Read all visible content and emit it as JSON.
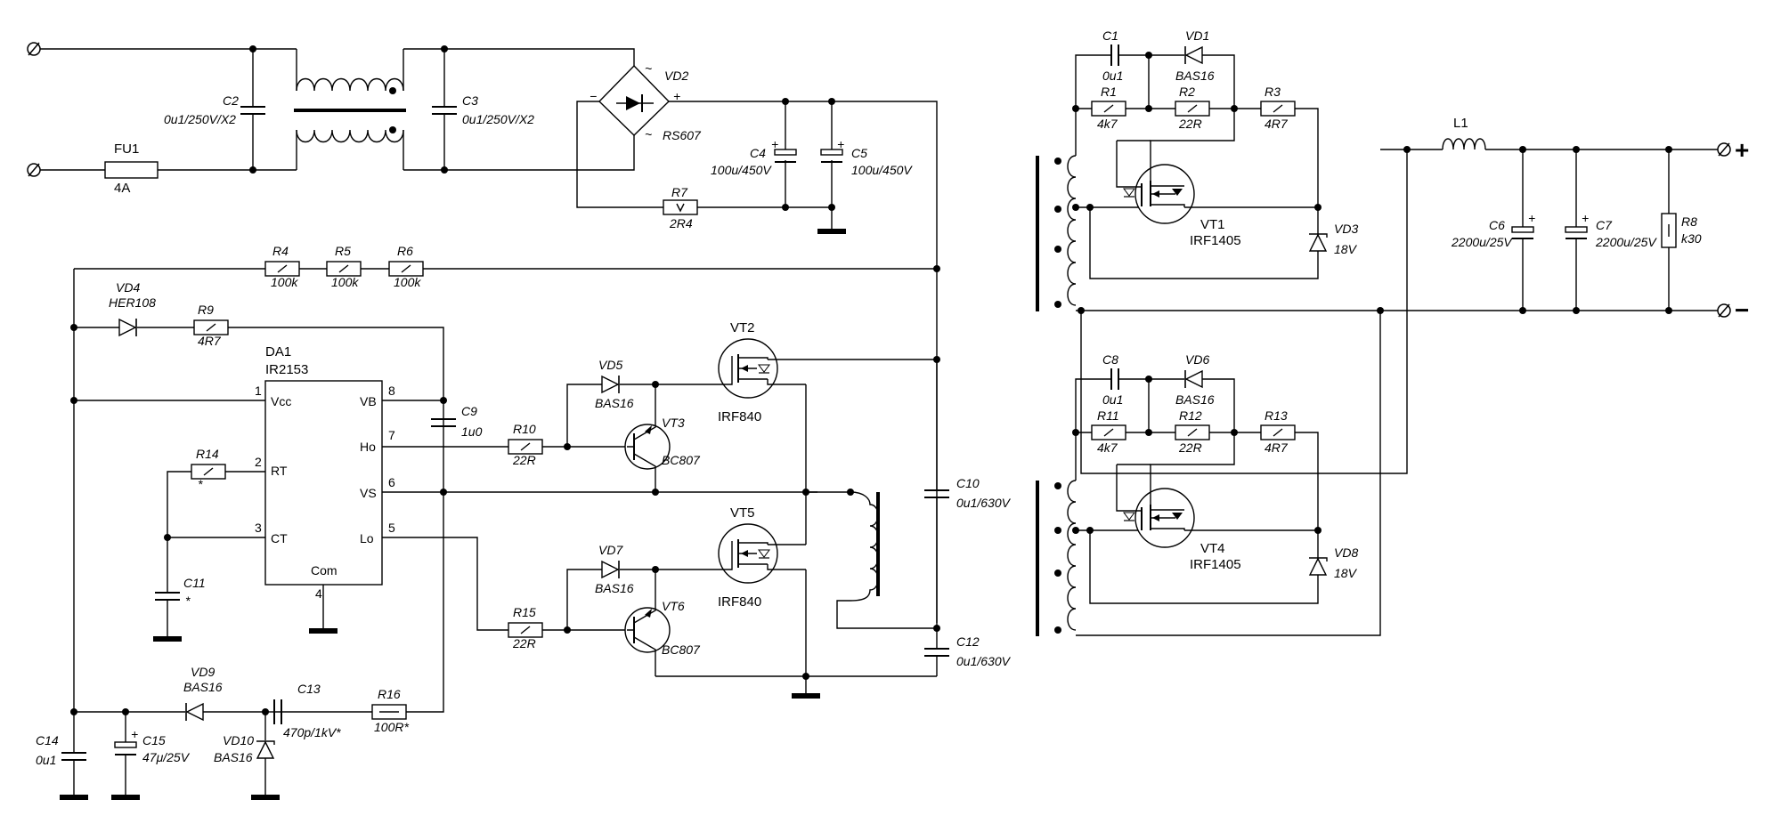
{
  "components": {
    "FU1": {
      "ref": "FU1",
      "value": "4A"
    },
    "C2": {
      "ref": "C2",
      "value": "0u1/250V/X2"
    },
    "C3": {
      "ref": "C3",
      "value": "0u1/250V/X2"
    },
    "VD2": {
      "ref": "VD2",
      "value": "RS607"
    },
    "C4": {
      "ref": "C4",
      "value": "100u/450V"
    },
    "C5": {
      "ref": "C5",
      "value": "100u/450V"
    },
    "R7": {
      "ref": "R7",
      "value": "2R4"
    },
    "R4": {
      "ref": "R4",
      "value": "100k"
    },
    "R5": {
      "ref": "R5",
      "value": "100k"
    },
    "R6": {
      "ref": "R6",
      "value": "100k"
    },
    "VD4": {
      "ref": "VD4",
      "value": "HER108"
    },
    "R9": {
      "ref": "R9",
      "value": "4R7"
    },
    "DA1": {
      "ref": "DA1",
      "value": "IR2153"
    },
    "C9": {
      "ref": "C9",
      "value": "1u0"
    },
    "R14": {
      "ref": "R14",
      "value": "*"
    },
    "C11": {
      "ref": "C11",
      "value": "*"
    },
    "VD5": {
      "ref": "VD5",
      "value": "BAS16"
    },
    "VT2": {
      "ref": "VT2",
      "value": "IRF840"
    },
    "R10": {
      "ref": "R10",
      "value": "22R"
    },
    "VT3": {
      "ref": "VT3",
      "value": "BC807"
    },
    "VD7": {
      "ref": "VD7",
      "value": "BAS16"
    },
    "VT5": {
      "ref": "VT5",
      "value": "IRF840"
    },
    "R15": {
      "ref": "R15",
      "value": "22R"
    },
    "VT6": {
      "ref": "VT6",
      "value": "BC807"
    },
    "C10": {
      "ref": "C10",
      "value": "0u1/630V"
    },
    "C12": {
      "ref": "C12",
      "value": "0u1/630V"
    },
    "VD9": {
      "ref": "VD9",
      "value": "BAS16"
    },
    "C13": {
      "ref": "C13",
      "value": "470p/1kV*"
    },
    "R16": {
      "ref": "R16",
      "value": "100R*"
    },
    "C14": {
      "ref": "C14",
      "value": "0u1"
    },
    "C15": {
      "ref": "C15",
      "value": "47μ/25V"
    },
    "VD10": {
      "ref": "VD10",
      "value": "BAS16"
    },
    "C1": {
      "ref": "C1",
      "value": "0u1"
    },
    "VD1": {
      "ref": "VD1",
      "value": "BAS16"
    },
    "R1": {
      "ref": "R1",
      "value": "4k7"
    },
    "R2": {
      "ref": "R2",
      "value": "22R"
    },
    "R3": {
      "ref": "R3",
      "value": "4R7"
    },
    "VT1": {
      "ref": "VT1",
      "value": "IRF1405"
    },
    "VD3": {
      "ref": "VD3",
      "value": "18V"
    },
    "L1": {
      "ref": "L1"
    },
    "C6": {
      "ref": "C6",
      "value": "2200u/25V"
    },
    "C7": {
      "ref": "C7",
      "value": "2200u/25V"
    },
    "R8": {
      "ref": "R8",
      "value": "k30"
    },
    "C8": {
      "ref": "C8",
      "value": "0u1"
    },
    "VD6": {
      "ref": "VD6",
      "value": "BAS16"
    },
    "R11": {
      "ref": "R11",
      "value": "4k7"
    },
    "R12": {
      "ref": "R12",
      "value": "22R"
    },
    "R13": {
      "ref": "R13",
      "value": "4R7"
    },
    "VT4": {
      "ref": "VT4",
      "value": "IRF1405"
    },
    "VD8": {
      "ref": "VD8",
      "value": "18V"
    }
  },
  "ic_pins": {
    "vcc": {
      "num": "1",
      "name": "Vcc"
    },
    "rt": {
      "num": "2",
      "name": "RT"
    },
    "ct": {
      "num": "3",
      "name": "CT"
    },
    "com": {
      "num": "4",
      "name": "Com"
    },
    "lo": {
      "num": "5",
      "name": "Lo"
    },
    "vs": {
      "num": "6",
      "name": "VS"
    },
    "ho": {
      "num": "7",
      "name": "Ho"
    },
    "vb": {
      "num": "8",
      "name": "VB"
    }
  },
  "bridge_marks": {
    "ac": "~",
    "minus": "−",
    "plus": "+"
  },
  "cap_plus": "+",
  "output": {
    "plus": "+",
    "minus": "−"
  }
}
